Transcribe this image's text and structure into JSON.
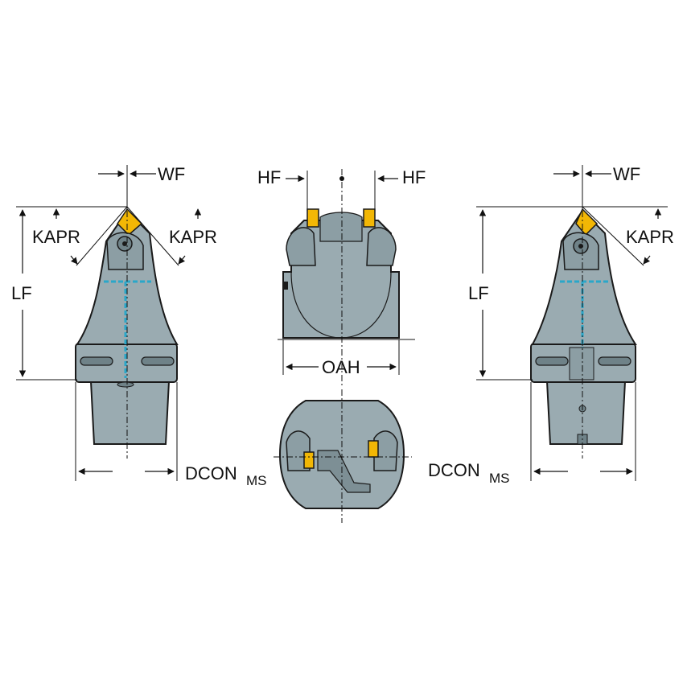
{
  "labels": {
    "wf": "WF",
    "hf": "HF",
    "kapr": "KAPR",
    "lf": "LF",
    "oah": "OAH",
    "dcon": "DCON",
    "dcon_sub": "MS"
  },
  "colors": {
    "body": "#9aabb1",
    "body_dark": "#6f8288",
    "outline": "#1a1a1a",
    "insert": "#f2b705",
    "coolant": "#2aa7c9",
    "background": "#ffffff"
  }
}
